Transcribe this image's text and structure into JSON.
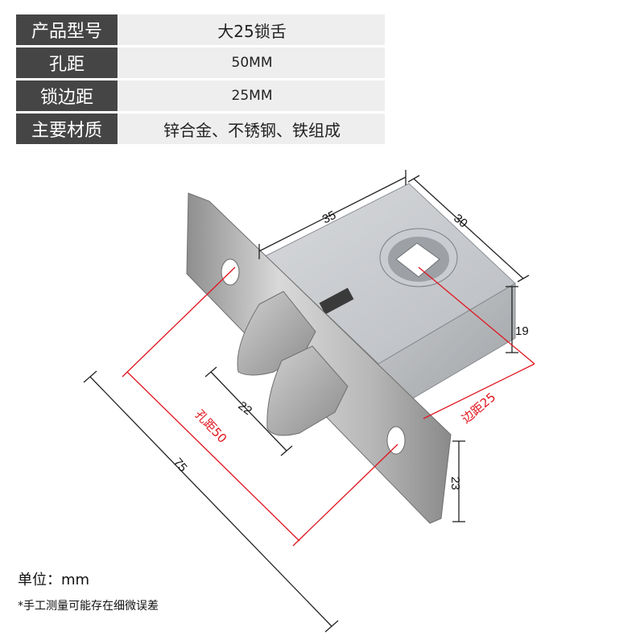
{
  "specs": [
    {
      "label": "产品型号",
      "value": "大25锁舌"
    },
    {
      "label": "孔距",
      "value": "50MM"
    },
    {
      "label": "锁边距",
      "value": "25MM"
    },
    {
      "label": "主要材质",
      "value": "锌合金、不锈钢、铁组成"
    }
  ],
  "dimensions": {
    "top_width": "35",
    "top_depth": "30",
    "side_height": "19",
    "latch_width": "22",
    "plate_length": "75",
    "plate_end": "23",
    "hole_distance": "孔距50",
    "backset": "边距25"
  },
  "footer": {
    "unit": "单位：mm",
    "note": "*手工测量可能存在细微误差"
  },
  "colors": {
    "label_bg": "#454545",
    "value_bg": "#eeeeee",
    "annotation_red": "#e0141e"
  }
}
